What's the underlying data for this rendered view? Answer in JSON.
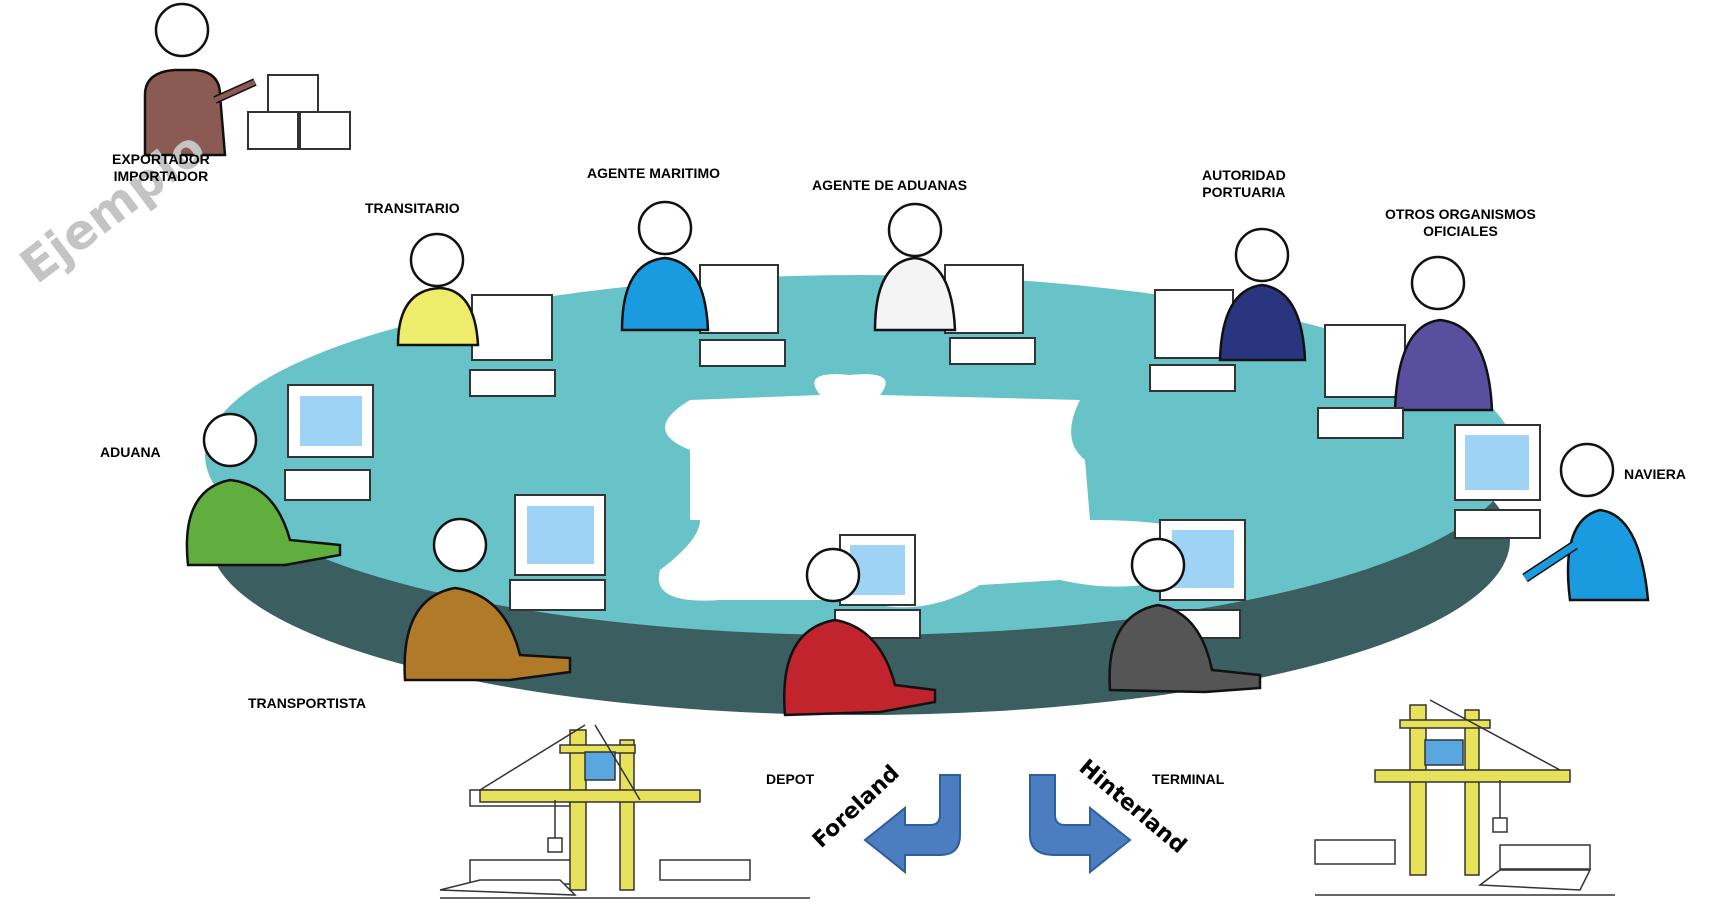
{
  "watermark": "Ejemplo",
  "actors": {
    "exportador": {
      "line1": "EXPORTADOR",
      "line2": "IMPORTADOR",
      "color": "#8b5a52"
    },
    "transitario": {
      "label": "TRANSITARIO",
      "color": "#eeec6b"
    },
    "agente_maritimo": {
      "label": "AGENTE MARITIMO",
      "color": "#1a9be0"
    },
    "agente_aduanas": {
      "label": "AGENTE DE ADUANAS",
      "color": "#f4f4f4"
    },
    "autoridad_portuaria": {
      "line1": "AUTORIDAD",
      "line2": "PORTUARIA",
      "color": "#2a3580"
    },
    "otros_organismos": {
      "line1": "OTROS ORGANISMOS",
      "line2": "OFICIALES",
      "color": "#5a4f9e"
    },
    "aduana": {
      "label": "ADUANA",
      "color": "#5fae3e"
    },
    "naviera": {
      "label": "NAVIERA",
      "color": "#1a9be0"
    },
    "transportista": {
      "label": "TRANSPORTISTA",
      "color": "#b07a28"
    },
    "depot": {
      "label": "DEPOT",
      "color": "#c2242e"
    },
    "terminal": {
      "label": "TERMINAL",
      "color": "#555555"
    }
  },
  "arrows": {
    "left": "Foreland",
    "right": "Hinterland",
    "color": "#4a7ec0"
  },
  "colors": {
    "table_top": "#67c3c8",
    "table_side": "#3b5f60",
    "crane": "#e8e25a"
  }
}
